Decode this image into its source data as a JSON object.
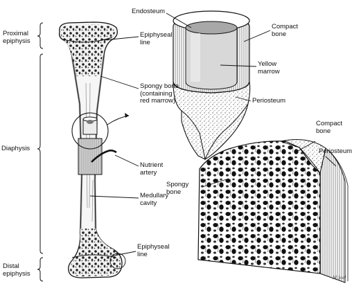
{
  "diagram": {
    "labels": {
      "proximal_epiphysis": "Proximal\nepiphysis",
      "diaphysis": "Diaphysis",
      "distal_epiphysis": "Distal\nepiphysis",
      "epiphyseal_line_top": "Epiphyseal\nline",
      "spongy_bone_red_marrow": "Spongy bone\n(containing\nred marrow)",
      "nutrient_artery": "Nutrient\nartery",
      "medullary_cavity": "Medullary\ncavity",
      "epiphyseal_line_bottom": "Epiphyseal\nline",
      "endosteum": "Endosteum",
      "compact_bone_top": "Compact\nbone",
      "yellow_marrow": "Yellow\nmarrow",
      "periosteum_top": "Periosteum",
      "compact_bone_bottom": "Compact\nbone",
      "periosteum_bottom": "Periosteum",
      "spongy_bone": "Spongy\nbone"
    },
    "signature": "M.Joel",
    "colors": {
      "ink": "#111111",
      "background": "#ffffff",
      "shade": "#9a9a9a",
      "light_shade": "#e6e6e6"
    }
  }
}
